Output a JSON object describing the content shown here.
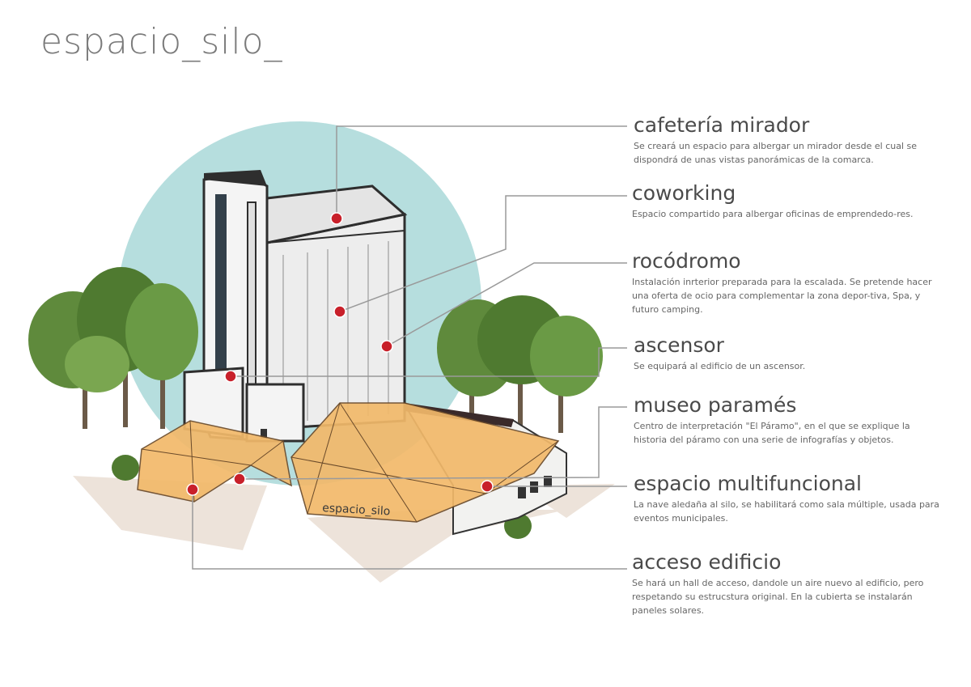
{
  "title": "espacio_silo_",
  "building_sign": "espacio_silo",
  "colors": {
    "sky_circle": "#b6dede",
    "roof_orange": "#f2b96a",
    "marker_red": "#c8202a",
    "leader_line": "#9a9a9a",
    "ground_shadow": "#ede3da"
  },
  "annotations": [
    {
      "title": "cafetería mirador",
      "text": "Se creará un espacio para albergar un mirador desde el cual se dispondrá de unas vistas panorámicas de la comarca."
    },
    {
      "title": "coworking",
      "text": "Espacio compartido para albergar oficinas de emprendedo-res."
    },
    {
      "title": "rocódromo",
      "text": "Instalación  inrterior preparada para la escalada. Se pretende hacer una oferta de ocio para complementar la zona depor-tiva, Spa, y futuro camping."
    },
    {
      "title": "ascensor",
      "text": "Se equipará al edificio de un ascensor."
    },
    {
      "title": "museo paramés",
      "text": "Centro de interpretación \"El Páramo\", en el que  se explique la historia del páramo con una serie de infografías y objetos."
    },
    {
      "title": "espacio multifuncional",
      "text": "La nave aledaña al silo, se habilitará como sala múltiple, usada para eventos municipales."
    },
    {
      "title": "acceso edificio",
      "text": "Se hará un hall de acceso, dandole un aire nuevo al edificio, pero respetando su estrucstura original. En la cubierta se instalarán paneles solares."
    }
  ]
}
